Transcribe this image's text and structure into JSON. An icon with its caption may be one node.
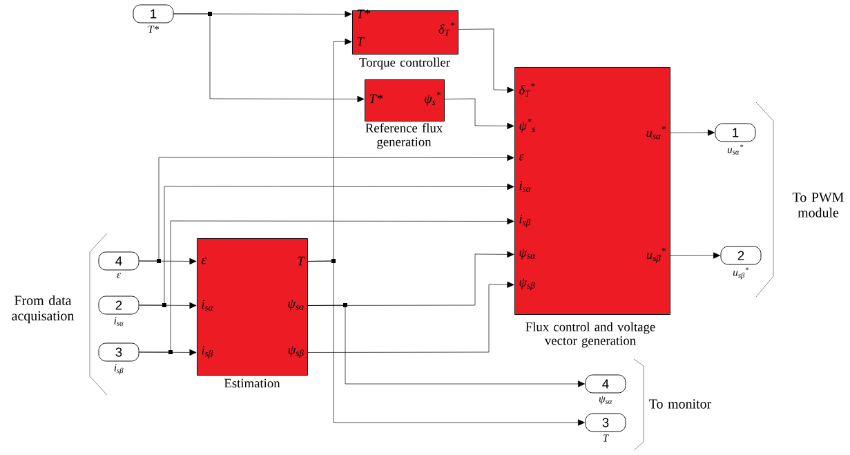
{
  "diagram": {
    "nodes": [
      {
        "text": [
          "1"
        ],
        "beside": [
          "T*"
        ]
      },
      {
        "text": [
          "T*",
          "T",
          "δ$_{T}$$^{*}$"
        ],
        "beside": [
          "Torque controller"
        ]
      },
      {
        "text": [
          "T*",
          "ψ$_{s}$$^{*}$"
        ],
        "beside": [
          "Reference flux generation"
        ]
      },
      {
        "text": [
          "δ$_{T}$$^{*}$",
          "ψ$^{*}$$_{s}$",
          "ε",
          "i$_{sα}$",
          "i$_{sβ}$",
          "ψ$_{sα}$",
          "ψ$_{sβ}$",
          "u$_{sα}$$^{*}$",
          "u$_{sβ}$$^{*}$"
        ],
        "beside": [
          "Flux control and voltage vector generation"
        ]
      },
      {
        "text": [
          "1"
        ],
        "beside": [
          "u$_{sα}$$^{*}$"
        ]
      },
      {
        "text": [
          "2"
        ],
        "beside": [
          "u$_{sβ}$$^{*}$"
        ]
      },
      {
        "text": [
          "4"
        ],
        "beside": [
          "ε"
        ]
      },
      {
        "text": [
          "ε",
          "i$_{sα}$",
          "i$_{sβ}$",
          "T",
          "ψ$_{sα}$",
          "ψ$_{sβ}$"
        ],
        "beside": [
          "Estimation"
        ]
      },
      {
        "text": [
          "2"
        ],
        "beside": [
          "i$_{sα}$"
        ]
      },
      {
        "text": [
          "3"
        ],
        "beside": [
          "i$_{sβ}$"
        ]
      },
      {
        "text": [
          "4"
        ],
        "beside": [
          "ψ$_{sα}$"
        ]
      },
      {
        "text": [
          "3"
        ],
        "beside": [
          "T"
        ]
      }
    ],
    "edges": [
      {
        "from": 0,
        "to": 1,
        "arrow": "to"
      },
      {
        "from": 0,
        "to": 2,
        "arrow": "to"
      },
      {
        "from": 1,
        "to": 3,
        "arrow": "to"
      },
      {
        "from": 2,
        "to": 3,
        "arrow": "to"
      },
      {
        "from": 3,
        "to": 4,
        "arrow": "to"
      },
      {
        "from": 3,
        "to": 5,
        "arrow": "to"
      },
      {
        "from": 6,
        "to": 7,
        "arrow": "to"
      },
      {
        "from": 6,
        "to": 3,
        "arrow": "to"
      },
      {
        "from": 8,
        "to": 7,
        "arrow": "to"
      },
      {
        "from": 8,
        "to": 3,
        "arrow": "to"
      },
      {
        "from": 9,
        "to": 7,
        "arrow": "to"
      },
      {
        "from": 9,
        "to": 3,
        "arrow": "to"
      },
      {
        "from": 7,
        "to": 1,
        "arrow": "to"
      },
      {
        "from": 7,
        "to": 11,
        "arrow": "to"
      },
      {
        "from": 7,
        "to": 3,
        "arrow": "to"
      },
      {
        "from": 7,
        "to": 10,
        "arrow": "to"
      },
      {
        "from": 7,
        "to": 3,
        "arrow": "to"
      }
    ],
    "labels": [
      "To PWM module",
      "From data acquisation",
      "To monitor"
    ]
  }
}
